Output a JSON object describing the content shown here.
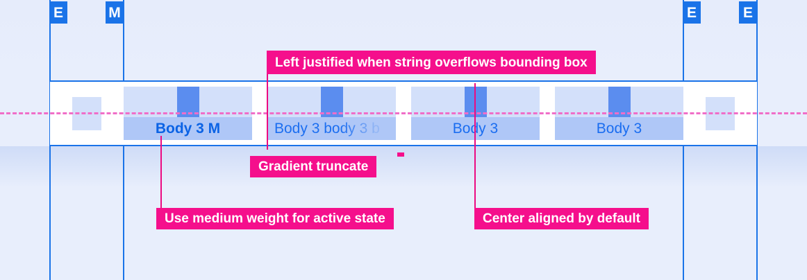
{
  "spec": {
    "title": "Tab bar typography redline",
    "colors": {
      "canvas": "#e8eefc",
      "guide_blue": "#1a73e8",
      "annotation_pink": "#f50f8c",
      "centerline_pink": "#f06ec8",
      "tab_icon_bg": "#d3e0fa",
      "tab_glyph": "#5b8def",
      "tab_label_bg": "#afc7f7",
      "label_text": "#1a6df0",
      "row_bg": "#ffffff"
    }
  },
  "badges": [
    {
      "label": "E",
      "name": "badge-e-left-outer"
    },
    {
      "label": "M",
      "name": "badge-m-left-inner"
    },
    {
      "label": "E",
      "name": "badge-e-right-inner"
    },
    {
      "label": "E",
      "name": "badge-e-right-outer"
    }
  ],
  "row": {
    "left_placeholder": {
      "name": "edge-placeholder-left",
      "icon": "placeholder-square-icon"
    },
    "right_placeholder": {
      "name": "edge-placeholder-right",
      "icon": "placeholder-square-icon"
    },
    "tabs": [
      {
        "name": "tab-active",
        "icon": "tab-glyph-icon",
        "label": "Body 3 M",
        "state": "active",
        "alignment": "center",
        "weight": "medium",
        "truncation": "none"
      },
      {
        "name": "tab-overflow",
        "icon": "tab-glyph-icon",
        "label": "Body 3 body 3 b",
        "state": "default",
        "alignment": "left",
        "weight": "regular",
        "truncation": "gradient"
      },
      {
        "name": "tab-default-1",
        "icon": "tab-glyph-icon",
        "label": "Body 3",
        "state": "default",
        "alignment": "center",
        "weight": "regular",
        "truncation": "none"
      },
      {
        "name": "tab-default-2",
        "icon": "tab-glyph-icon",
        "label": "Body 3",
        "state": "default",
        "alignment": "center",
        "weight": "regular",
        "truncation": "none"
      }
    ]
  },
  "annotations": [
    {
      "name": "annotation-left-justified",
      "text": "Left justified when string overflows bounding box"
    },
    {
      "name": "annotation-gradient-truncate",
      "text": "Gradient truncate"
    },
    {
      "name": "annotation-medium-weight",
      "text": "Use medium weight for active state"
    },
    {
      "name": "annotation-center-aligned",
      "text": "Center aligned by default"
    }
  ]
}
